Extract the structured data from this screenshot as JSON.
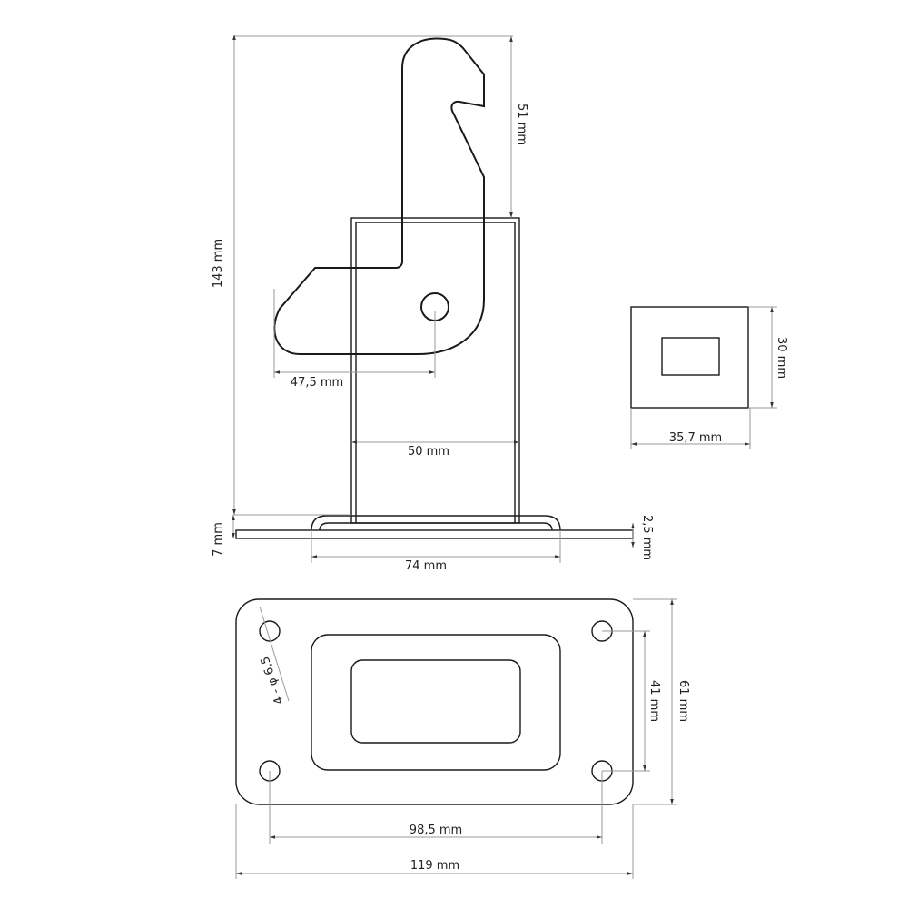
{
  "dimensions": {
    "overall_height": "143 mm",
    "hook_height": "51 mm",
    "hook_reach": "47,5 mm",
    "tube_width": "50 mm",
    "base_offset": "7 mm",
    "plate_thickness": "2,5 mm",
    "flange_width": "74 mm",
    "section_height": "30 mm",
    "section_width": "35,7 mm",
    "hole_spec": "4 - φ 6,5",
    "hole_spacing_vertical": "41 mm",
    "plate_height": "61 mm",
    "hole_spacing_horizontal": "98,5 mm",
    "plate_width": "119 mm"
  },
  "colors": {
    "line": "#1a1a1a",
    "dimension": "#9a9a9a",
    "arrow": "#2e3b2a"
  }
}
